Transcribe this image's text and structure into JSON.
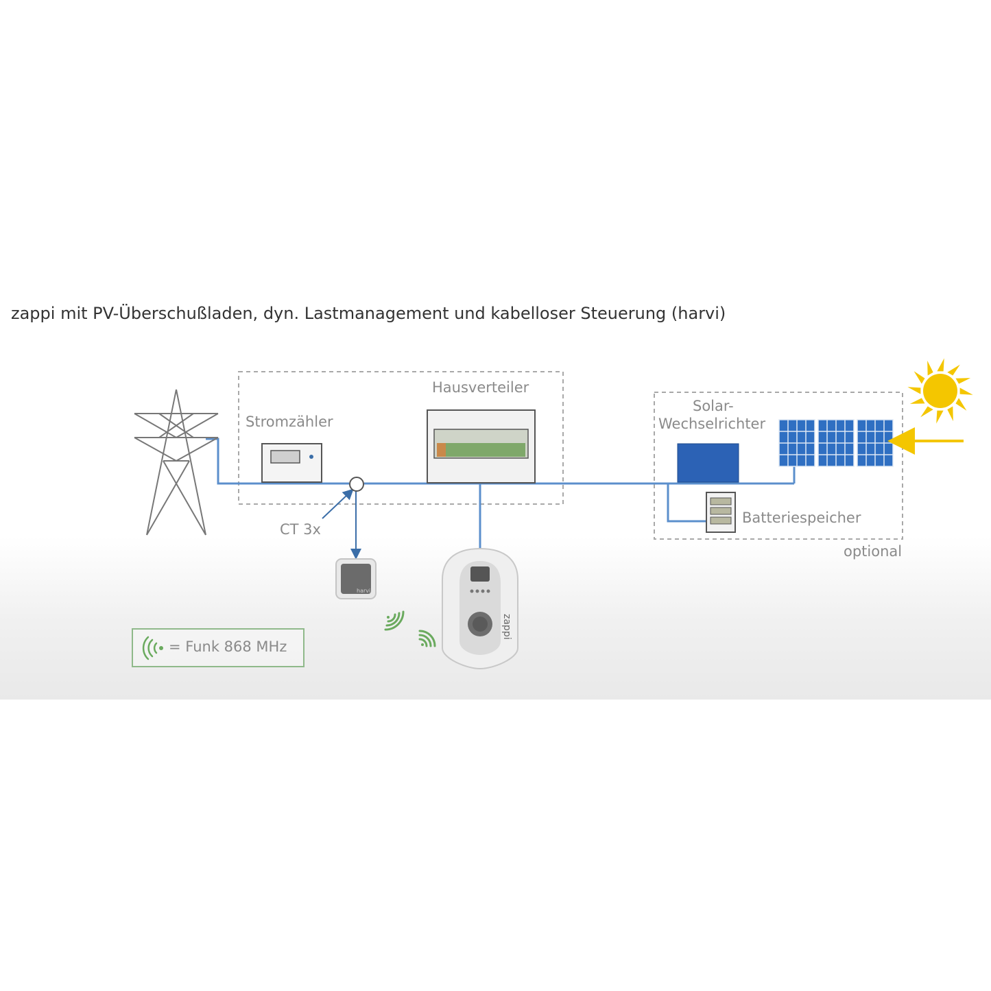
{
  "title": "zappi mit PV-Überschußladen, dyn. Lastmanagement und kabelloser Steuerung (harvi)",
  "labels": {
    "stromzaehler": "Stromzähler",
    "hausverteiler": "Hausverteiler",
    "solar_line1": "Solar-",
    "solar_line2": "Wechselrichter",
    "batterie": "Batteriespeicher",
    "optional": "optional",
    "ct": "CT 3x"
  },
  "device_labels": {
    "harvi": "harvi",
    "zappi": "zappi"
  },
  "legend": {
    "text": "= Funk 868 MHz",
    "icon": "radio-wave-icon"
  },
  "colors": {
    "line": "#5b8fcc",
    "dashed_border": "#a8a8a8",
    "panel": "#2f6fc2",
    "inverter": "#2c62b5",
    "sun": "#f4c600",
    "wireless": "#6aaa5e",
    "legend_border": "#8fb98a"
  }
}
